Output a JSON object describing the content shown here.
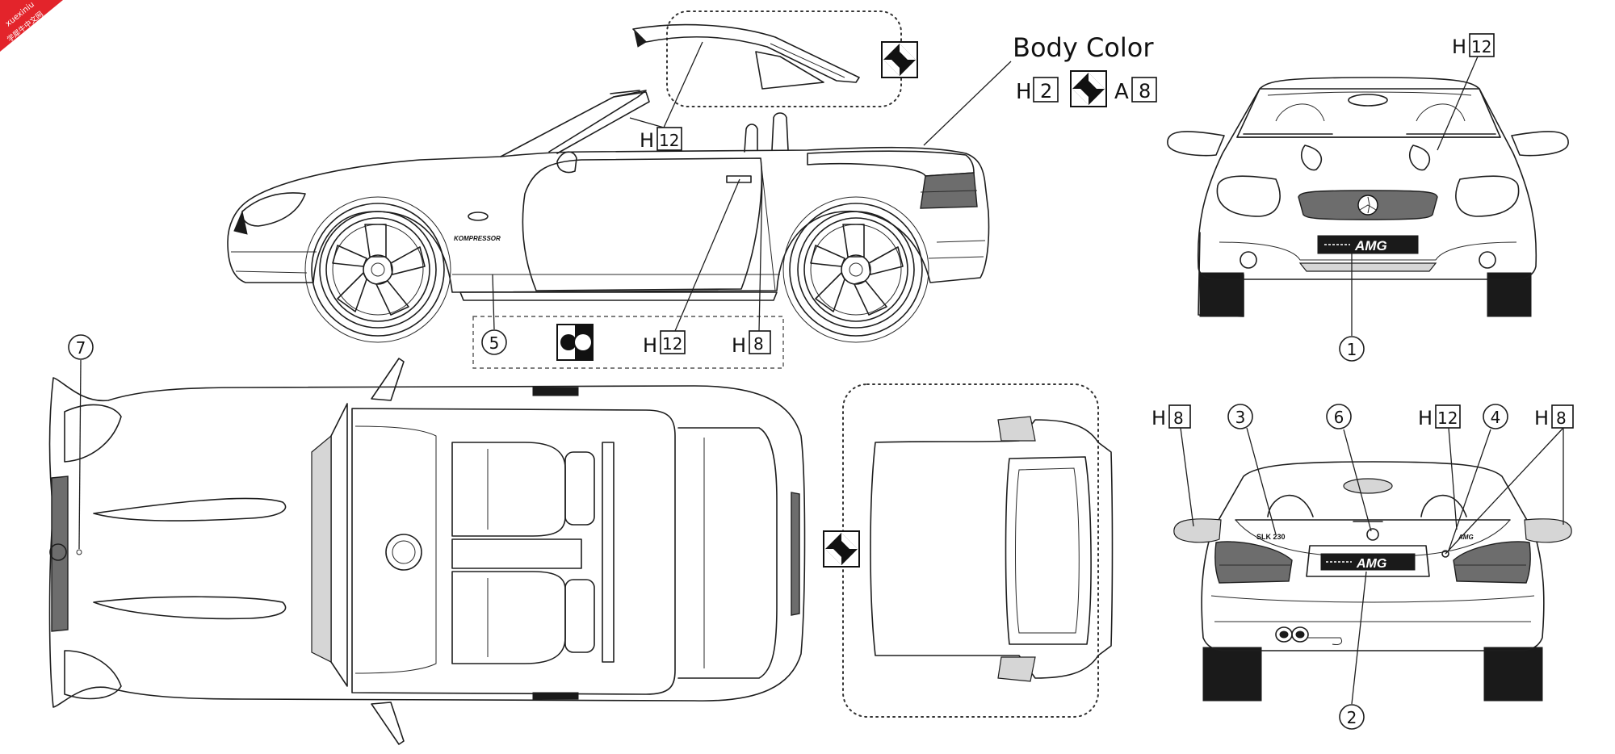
{
  "corner_tag": {
    "line1": "xuexiniu",
    "line2": "学犀牛中文网",
    "color": "#e3242b"
  },
  "title": "Body Color",
  "paint_codes": {
    "h2": "2",
    "a8": "8",
    "h12": "12",
    "h8": "8",
    "prefix_h": "H",
    "prefix_a": "A"
  },
  "decal_numbers": {
    "n1": "1",
    "n2": "2",
    "n3": "3",
    "n4": "4",
    "n5": "5",
    "n6": "6",
    "n7": "7"
  },
  "vehicle_text": {
    "side_badge": "KOMPRESSOR",
    "front_plate": "AMG",
    "rear_plate": "AMG",
    "rear_model": "SLK 230",
    "rear_badge": "AMG"
  },
  "icons": {
    "paint_swatch": "diamond-arrow-swatch-icon",
    "two_tone_swatch": "circle-pair-swatch-icon"
  }
}
